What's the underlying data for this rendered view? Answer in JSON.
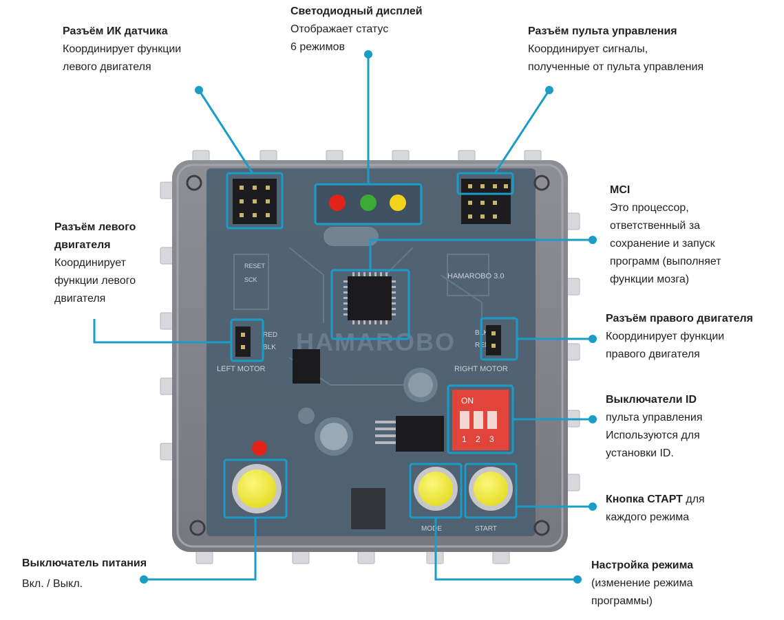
{
  "labels": {
    "ir": {
      "title": "Разъём ИК датчика",
      "lines": [
        "Координирует  функции",
        "левого двигателя"
      ]
    },
    "led": {
      "title": "Светодиодный дисплей",
      "lines": [
        "Отображает статус",
        "6 режимов"
      ]
    },
    "remote": {
      "title": "Разъём пульта управления",
      "lines": [
        "Координирует  сигналы,",
        "полученные от пульта управления"
      ]
    },
    "mci": {
      "title": "MCI",
      "lines": [
        "Это процессор,",
        "ответственный за",
        "сохранение и запуск",
        "программ (выполняет",
        "функции мозга)"
      ]
    },
    "left_motor": {
      "title_lines": [
        "Разъём левого",
        "двигателя"
      ],
      "lines": [
        "Координирует",
        "функции левого",
        "двигателя"
      ]
    },
    "right_motor": {
      "title": "Разъём правого двигателя",
      "lines": [
        "Координирует функции",
        "правого двигателя"
      ]
    },
    "id_switch": {
      "title": "Выключатели ID",
      "lines": [
        "пульта управления",
        "Используются для",
        "установки ID."
      ]
    },
    "start": {
      "title": "Кнопка СТАРТ",
      "title_suffix": " для",
      "lines": [
        "каждого режима"
      ]
    },
    "power": {
      "title": "Выключатель питания",
      "lines": [
        "Вкл. / Выкл."
      ]
    },
    "mode": {
      "title": "Настройка режима",
      "lines": [
        "(изменение  режима",
        "программы)"
      ]
    }
  },
  "board": {
    "silk": {
      "brand": "HAMAROBO",
      "model": "HAMAROBO 3.0",
      "left_motor": "LEFT MOTOR",
      "right_motor": "RIGHT MOTOR",
      "blk": "BLK",
      "red": "RED",
      "reset": "RESET",
      "sck": "SCK",
      "mode_btn": "MODE",
      "start_btn": "START",
      "dip_on": "ON",
      "dip_nums": [
        "1",
        "2",
        "3"
      ]
    }
  },
  "colors": {
    "accent": "#1a9cc9",
    "led_red": "#e2231a",
    "led_green": "#3aa935",
    "led_yellow": "#f2d31b",
    "button_yellow": "#f3ec3f",
    "dip_red": "#e0443a"
  }
}
